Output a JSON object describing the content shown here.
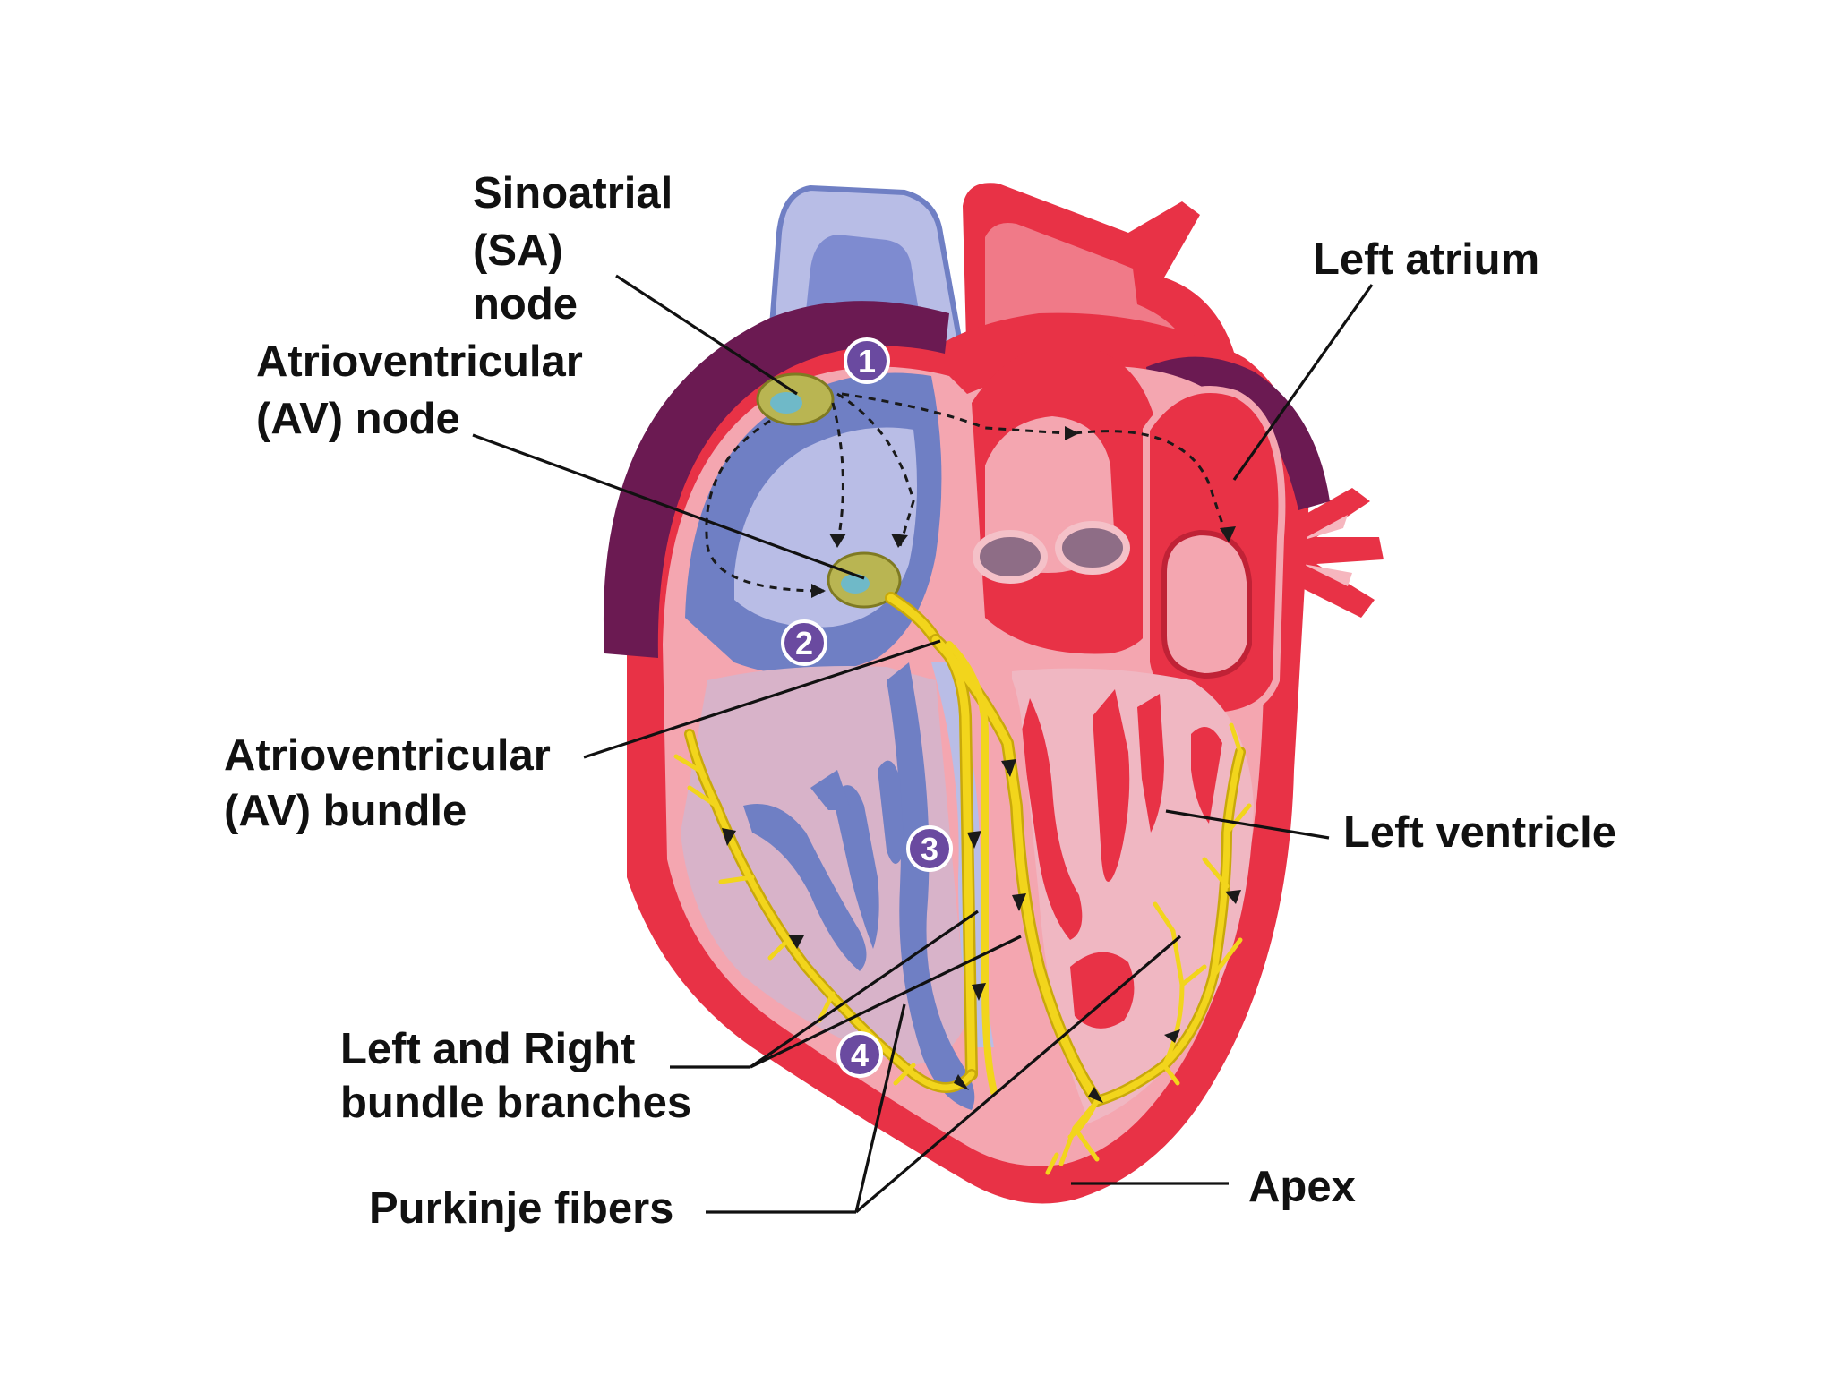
{
  "labels": {
    "sa_node": [
      "Sinoatrial",
      "(SA)",
      "node"
    ],
    "av_node": [
      "Atrioventricular",
      "(AV) node"
    ],
    "av_bundle": [
      "Atrioventricular",
      "(AV) bundle"
    ],
    "bundle_branches": [
      "Left and Right",
      "bundle branches"
    ],
    "purkinje": "Purkinje fibers",
    "left_atrium": "Left atrium",
    "left_ventricle": "Left ventricle",
    "apex": "Apex"
  },
  "steps": [
    "1",
    "2",
    "3",
    "4"
  ],
  "colors": {
    "myocardium_red": "#e83246",
    "inner_pink": "#f4a6b0",
    "right_heart_blue": "#6f7fc4",
    "right_chamber_light": "#b9bde6",
    "pericardium_purple": "#6b1a52",
    "conduction_yellow": "#f2d51c",
    "node_olive": "#b9b552",
    "step_purple": "#6a4aa0"
  }
}
